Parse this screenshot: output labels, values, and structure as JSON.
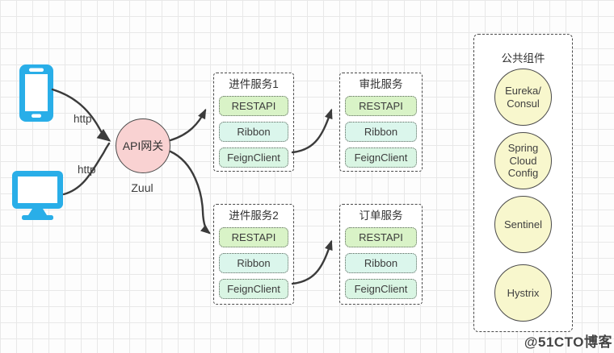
{
  "diagram": {
    "clients": [
      {
        "icon": "smartphone-icon",
        "link_label": "http"
      },
      {
        "icon": "desktop-monitor-icon",
        "link_label": "http"
      }
    ],
    "gateway": {
      "label": "API网关",
      "caption": "Zuul"
    },
    "services": [
      {
        "title": "进件服务1",
        "components": [
          "RESTAPI",
          "Ribbon",
          "FeignClient"
        ]
      },
      {
        "title": "审批服务",
        "components": [
          "RESTAPI",
          "Ribbon",
          "FeignClient"
        ]
      },
      {
        "title": "进件服务2",
        "components": [
          "RESTAPI",
          "Ribbon",
          "FeignClient"
        ]
      },
      {
        "title": "订单服务",
        "components": [
          "RESTAPI",
          "Ribbon",
          "FeignClient"
        ]
      }
    ],
    "common_panel": {
      "title": "公共组件",
      "items": [
        [
          "Eureka/",
          "Consul"
        ],
        [
          "Spring",
          "Cloud",
          "Config"
        ],
        [
          "Sentinel"
        ],
        [
          "Hystrix"
        ]
      ]
    },
    "watermark": "@51CTO博客",
    "colors": {
      "client_icon": "#29AEE8",
      "gateway_fill": "#F9D2D2",
      "restapi_fill": "#D9F3C7",
      "ribbon_fill": "#DBF6EC",
      "feignclient_fill": "#D9F5E3",
      "bubble_fill": "#F8F7CD",
      "arrow": "#3B3B3B",
      "grid_line": "#E8E8E8"
    }
  }
}
